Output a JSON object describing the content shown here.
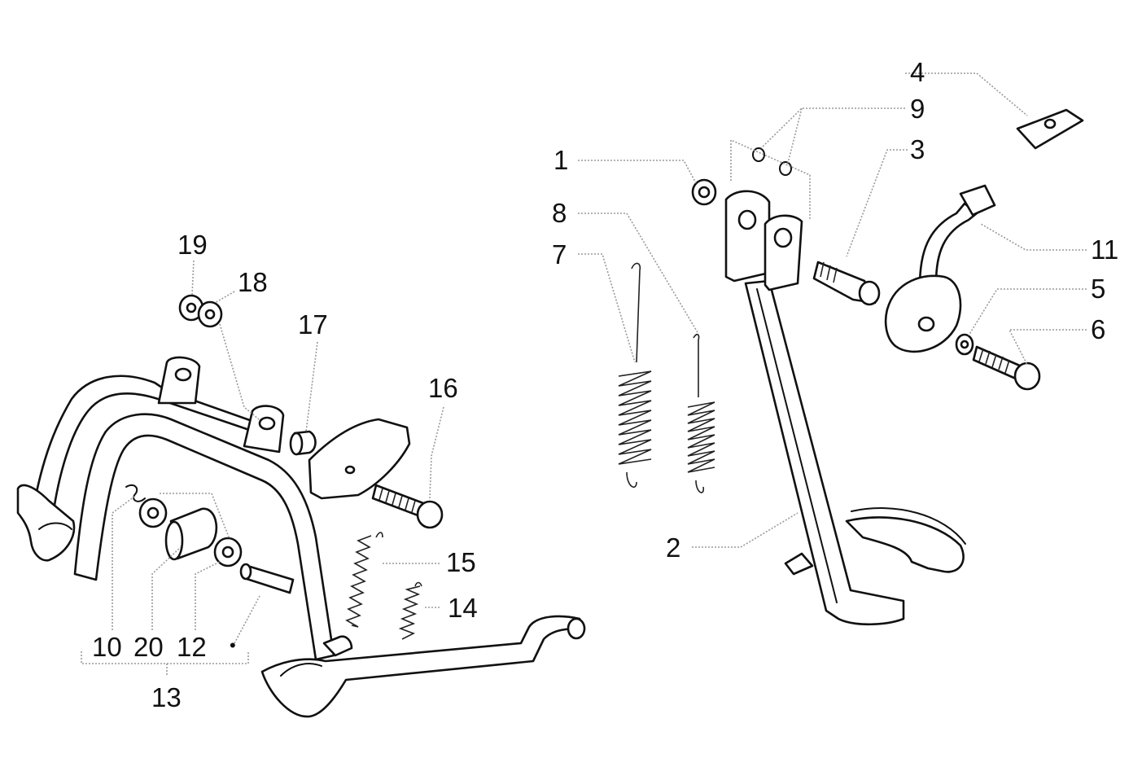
{
  "callouts": {
    "c1": "1",
    "c2": "2",
    "c3": "3",
    "c4": "4",
    "c5": "5",
    "c6": "6",
    "c7": "7",
    "c8": "8",
    "c9": "9",
    "c10": "10",
    "c11": "11",
    "c12": "12",
    "c13": "13",
    "c14": "14",
    "c15": "15",
    "c16": "16",
    "c17": "17",
    "c18": "18",
    "c19": "19",
    "c20": "20"
  },
  "marker": "•"
}
